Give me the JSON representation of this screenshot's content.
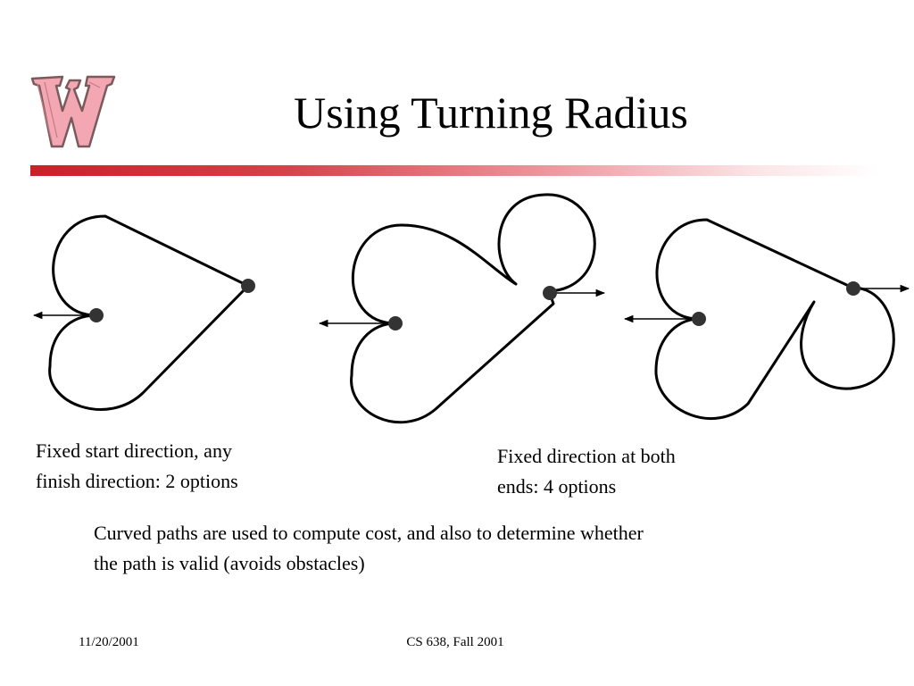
{
  "slide": {
    "title": "Using Turning Radius",
    "logo_icon": "wisconsin-w-logo-icon",
    "rule_color": "#cc1f2a"
  },
  "captions": {
    "left_line1": "Fixed start direction, any",
    "left_line2": "finish direction: 2 options",
    "right_line1": "Fixed direction at both",
    "right_line2": "ends: 4 options",
    "bottom_line1": "Curved paths are used to compute cost, and also to determine whether",
    "bottom_line2": "the path is valid (avoids obstacles)"
  },
  "footer": {
    "date": "11/20/2001",
    "course": "CS 638, Fall 2001"
  }
}
